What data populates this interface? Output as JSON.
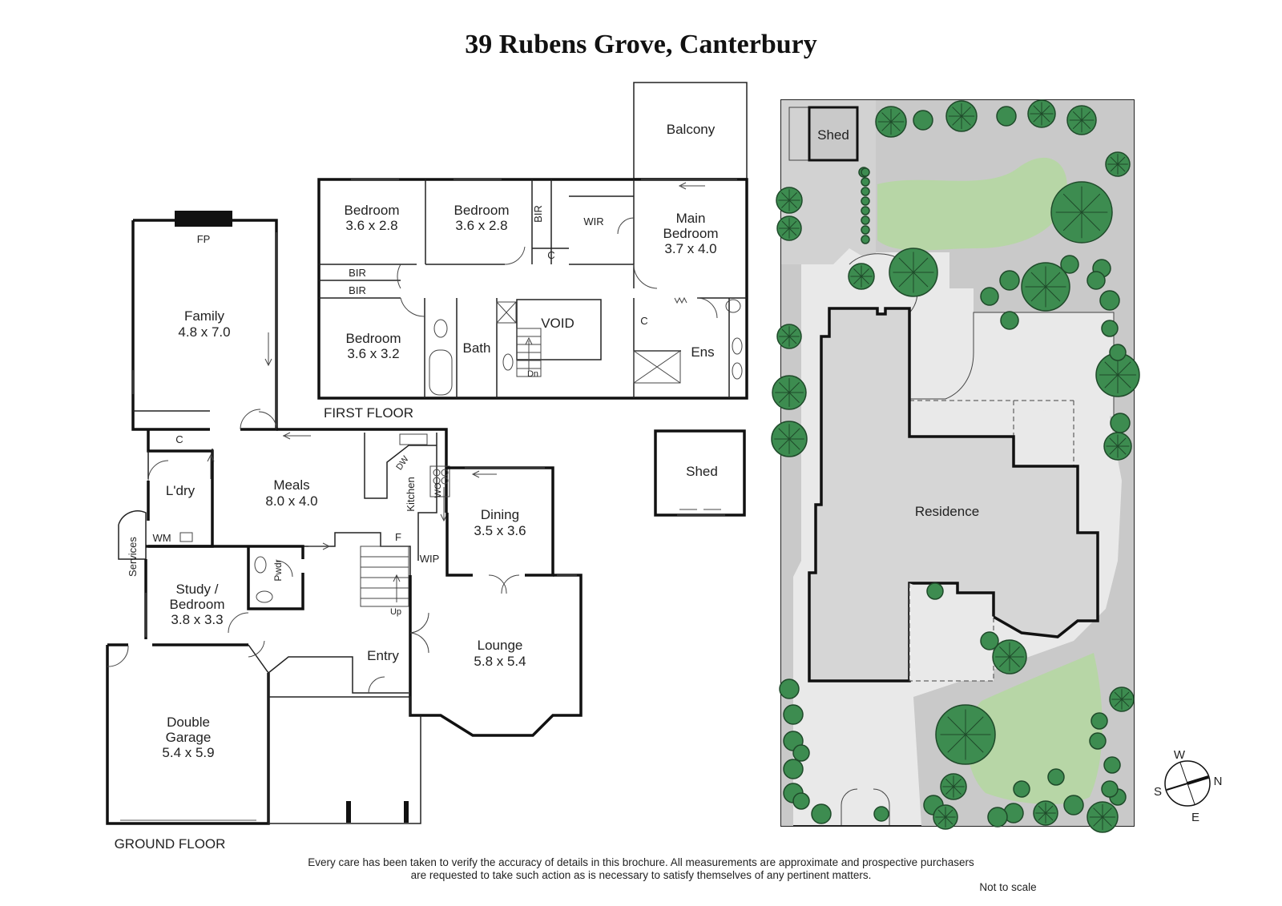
{
  "title": "39 Rubens Grove, Canterbury",
  "floors": {
    "first": "FIRST FLOOR",
    "ground": "GROUND FLOOR"
  },
  "first_floor_rooms": {
    "bed1": {
      "name": "Bedroom",
      "dims": "3.6 x 2.8"
    },
    "bed2": {
      "name": "Bedroom",
      "dims": "3.6 x 2.8"
    },
    "bed3": {
      "name": "Bedroom",
      "dims": "3.6 x 3.2"
    },
    "main_bed": {
      "name1": "Main",
      "name2": "Bedroom",
      "dims": "3.7 x 4.0"
    },
    "balcony": "Balcony",
    "bath": "Bath",
    "void": "VOID",
    "ens": "Ens",
    "wir": "WIR",
    "bir_top": "BIR",
    "bir_a": "BIR",
    "bir_b": "BIR",
    "c1": "C",
    "c2": "C",
    "dn": "Dn"
  },
  "ground_floor_rooms": {
    "family": {
      "name": "Family",
      "dims": "4.8 x 7.0"
    },
    "fp": "FP",
    "c": "C",
    "ldry": "L'dry",
    "wm": "WM",
    "services": "Services",
    "meals": {
      "name": "Meals",
      "dims": "8.0 x 4.0"
    },
    "kitchen": "Kitchen",
    "dw": "DW",
    "wo": "WO",
    "f": "F",
    "wip": "WIP",
    "pwdr": "Pwdr",
    "study": {
      "name1": "Study /",
      "name2": "Bedroom",
      "dims": "3.8 x 3.3"
    },
    "dining": {
      "name": "Dining",
      "dims": "3.5 x 3.6"
    },
    "lounge": {
      "name": "Lounge",
      "dims": "5.8 x 5.4"
    },
    "entry": "Entry",
    "up": "Up",
    "garage": {
      "name1": "Double",
      "name2": "Garage",
      "dims": "5.4 x 5.9"
    }
  },
  "outbuildings": {
    "shed_center": "Shed",
    "shed_site": "Shed",
    "residence": "Residence"
  },
  "compass": {
    "n": "N",
    "s": "S",
    "e": "E",
    "w": "W"
  },
  "disclaimer": {
    "line1": "Every care has been taken to verify the accuracy of details in this brochure.  All measurements are approximate and prospective purchasers",
    "line2": "are requested to take such action as is necessary to satisfy themselves of any pertinent matters."
  },
  "scale_note": "Not to scale",
  "colors": {
    "lawn": "#b7d6a6",
    "tree": "#3d8c50",
    "residence": "#d6d6d6",
    "paving": "#e9e9e9"
  }
}
